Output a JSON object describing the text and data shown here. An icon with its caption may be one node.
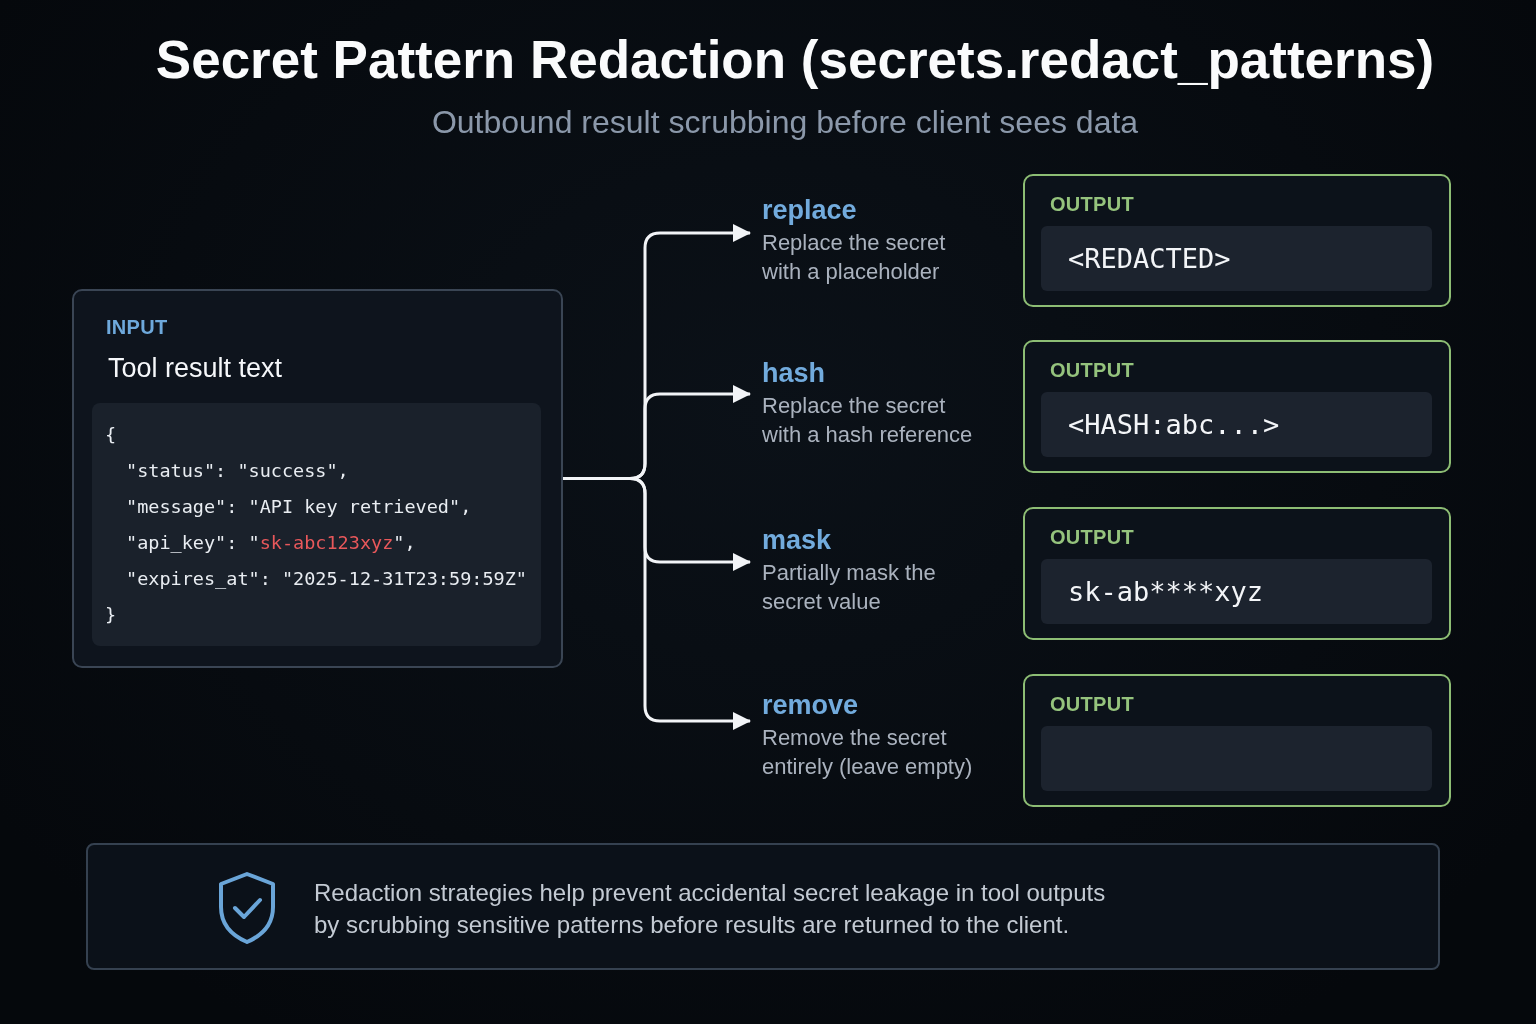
{
  "diagram": {
    "title": "Secret Pattern Redaction (secrets.redact_patterns)",
    "nodes": [
      {
        "text": [
          "INPUT",
          "Tool result text"
        ]
      },
      {
        "text": [
          "{",
          "\"status\": \"success\",",
          "\"message\": \"API key retrieved\",",
          "\"api_key\": \"sk-abc123xyz\",",
          "\"expires_at\": \"2025-12-31T23:59:59Z\"",
          "}"
        ],
        "in": 0
      },
      {
        "text": [
          "replace",
          "Replace the secret with a placeholder"
        ]
      },
      {
        "text": [
          "OUTPUT"
        ]
      },
      {
        "text": [
          "<REDACTED>"
        ],
        "in": 3
      },
      {
        "text": [
          "hash",
          "Replace the secret with a hash reference"
        ]
      },
      {
        "text": [
          "OUTPUT"
        ]
      },
      {
        "text": [
          "<HASH:abc...>"
        ],
        "in": 6
      },
      {
        "text": [
          "mask",
          "Partially mask the secret value"
        ]
      },
      {
        "text": [
          "OUTPUT"
        ]
      },
      {
        "text": [
          "sk-ab****xyz"
        ],
        "in": 9
      },
      {
        "text": [
          "remove",
          "Remove the secret entirely (leave empty)"
        ]
      },
      {
        "text": [
          "OUTPUT"
        ]
      },
      {
        "text": [],
        "shape": "box",
        "in": 12
      },
      {
        "text": [
          "Redaction strategies help prevent accidental secret leakage in tool outputs by scrubbing sensitive patterns before results are returned to the client."
        ]
      }
    ],
    "edges": [
      {
        "from": 0,
        "to": 2,
        "arrow": "to"
      },
      {
        "from": 0,
        "to": 5,
        "arrow": "to"
      },
      {
        "from": 0,
        "to": 8,
        "arrow": "to"
      },
      {
        "from": 0,
        "to": 11,
        "arrow": "to"
      }
    ],
    "labels": [
      "Outbound result scrubbing before client sees data"
    ]
  }
}
